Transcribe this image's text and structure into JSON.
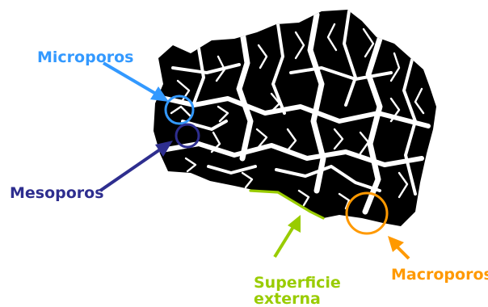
{
  "labels": {
    "microporos": "Microporos",
    "mesoporos": "Mesoporos",
    "superficie_line1": "Superficie",
    "superficie_line2": "externa",
    "macroporos": "Macroporos"
  },
  "colors": {
    "microporos": "#3399ff",
    "mesoporos": "#2e2e8f",
    "superficie": "#99cc00",
    "macroporos": "#ff9900",
    "particle": "#000000"
  }
}
